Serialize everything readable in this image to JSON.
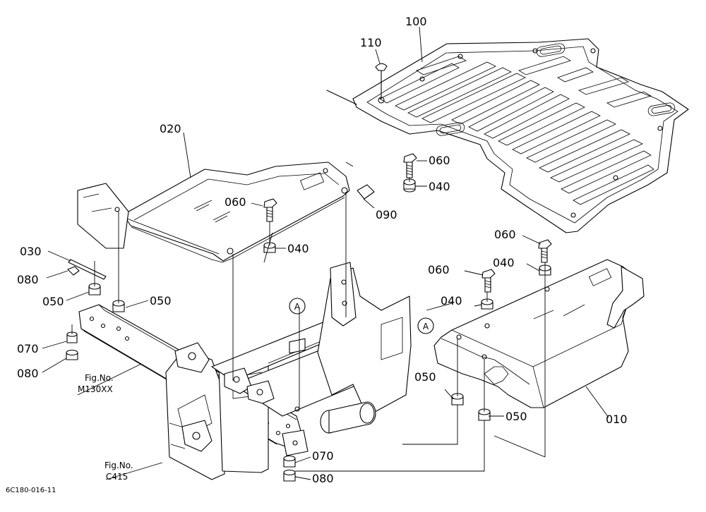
{
  "diagram_id": "6C180-016-11",
  "callouts": [
    {
      "label": "100"
    },
    {
      "label": "110"
    },
    {
      "label": "020"
    },
    {
      "label": "060"
    },
    {
      "label": "040"
    },
    {
      "label": "090"
    },
    {
      "label": "060"
    },
    {
      "label": "040"
    },
    {
      "label": "030"
    },
    {
      "label": "080"
    },
    {
      "label": "050"
    },
    {
      "label": "050"
    },
    {
      "label": "060"
    },
    {
      "label": "040"
    },
    {
      "label": "060"
    },
    {
      "label": "040"
    },
    {
      "label": "070"
    },
    {
      "label": "080"
    },
    {
      "label": "050"
    },
    {
      "label": "050"
    },
    {
      "label": "010"
    },
    {
      "label": "070"
    },
    {
      "label": "080"
    }
  ],
  "ref_marks": [
    {
      "label": "A"
    },
    {
      "label": "A"
    }
  ],
  "figure_refs": [
    {
      "line1": "Fig.No.",
      "line2": "M130XX"
    },
    {
      "line1": "Fig.No.",
      "line2": "C415"
    }
  ]
}
